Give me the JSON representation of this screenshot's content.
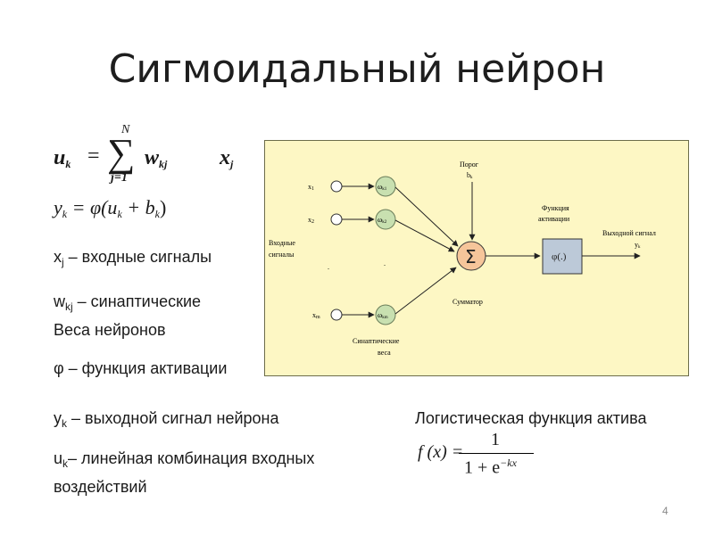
{
  "slide": {
    "title": "Сигмоидальный нейрон",
    "page_number": "4"
  },
  "formulas": {
    "weighted_sum": {
      "lhs": "u",
      "lhs_sub": "k",
      "eq": "=",
      "sum_sym": "∑",
      "upper": "N",
      "lower": "j=1",
      "w": "w",
      "w_sub": "kj",
      "x": "x",
      "x_sub": "j"
    },
    "output": {
      "y": "y",
      "y_sub": "k",
      "rest": " = φ(u",
      "u_sub": "k",
      "plus": " + b",
      "b_sub": "k",
      "close": ")"
    },
    "logistic": {
      "lhs": "f (x) =",
      "numerator": "1",
      "denominator": "1 + e",
      "exponent": "−kx"
    }
  },
  "legend_text": {
    "xj": {
      "sym": "x",
      "sub": "j",
      "text": " – входные сигналы"
    },
    "wkj": {
      "sym": "w",
      "sub": "kj",
      "text": " – синаптические",
      "line2": "Веса нейронов"
    },
    "phi": "φ – функция активации",
    "yk": {
      "sym": "y",
      "sub": "k",
      "text": " – выходной сигнал нейрона"
    },
    "uk": {
      "sym": "u",
      "sub": "k",
      "text": "– линейная комбинация входных",
      "line2": "воздействий"
    },
    "logistic_caption": "Логистическая функция актива"
  },
  "diagram": {
    "inputs": [
      {
        "x": "x",
        "sub": "1",
        "w": "ω",
        "wsub": "k1"
      },
      {
        "x": "x",
        "sub": "2",
        "w": "ω",
        "wsub": "k2"
      },
      {
        "x": "x",
        "sub": "m",
        "w": "ω",
        "wsub": "km"
      }
    ],
    "input_signals_label": [
      "Входные",
      "сигналы"
    ],
    "threshold_label": [
      "Порог",
      "b"
    ],
    "threshold_sub": "k",
    "sum_symbol": "Σ",
    "adder_label": "Сумматор",
    "activation_label": [
      "Функция",
      "активации"
    ],
    "activation_box": "φ(.)",
    "output_label": "Выходной сигнал",
    "output_symbol": "y",
    "output_sub": "k",
    "synaptic_label": [
      "Синаптические",
      "веса"
    ],
    "dots": ".",
    "colors": {
      "background": "#fdf7c4",
      "weight_fill": "#c8e0b0",
      "sum_fill": "#f6c59a",
      "activation_fill": "#bcc9d8"
    }
  }
}
